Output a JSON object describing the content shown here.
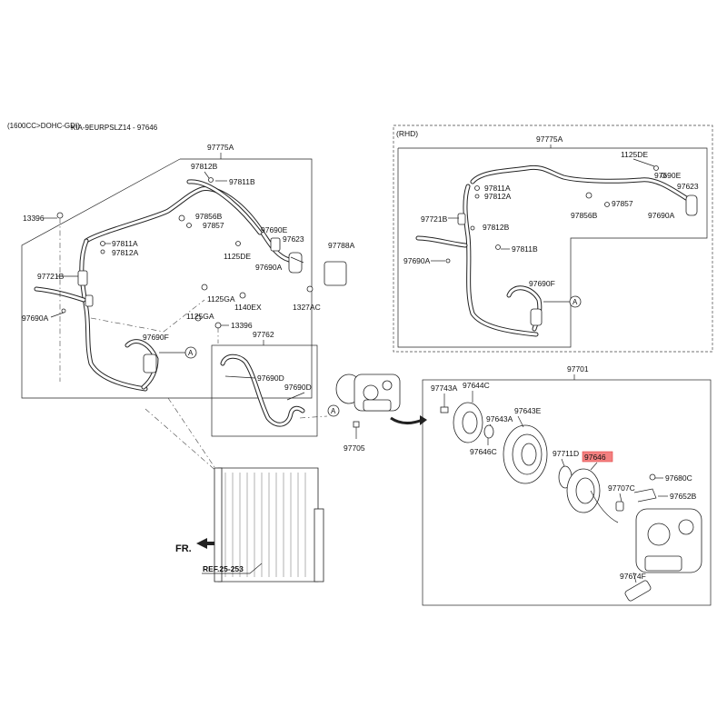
{
  "header": {
    "engine_code": "(1600CC>DOHC-GDI)",
    "catalog_ref": "KIA-9EURPSLZ14 - 97646"
  },
  "groups": {
    "main_hose": "97775A",
    "rhd_label": "(RHD)",
    "rhd_hose": "97775A",
    "compressor": "97701",
    "liquid_tube": "97762"
  },
  "labels": {
    "p97812B_1": "97812B",
    "p97811B_1": "97811B",
    "p13396_1": "13396",
    "p97856B_1": "97856B",
    "p97857_1": "97857",
    "p97811A_1": "97811A",
    "p97812A_1": "97812A",
    "p97690E_1": "97690E",
    "p97623_1": "97623",
    "p97788A": "97788A",
    "p1125DE_1": "1125DE",
    "p97690A_1": "97690A",
    "p97721B_1": "97721B",
    "p1125GA_1": "1125GA",
    "p1140EX": "1140EX",
    "p1327AC": "1327AC",
    "p97690A_2": "97690A",
    "p1125GA_2": "1125GA",
    "p13396_2": "13396",
    "p97690F_1": "97690F",
    "p97690D_1": "97690D",
    "p97690D_2": "97690D",
    "p97705": "97705",
    "fr": "FR.",
    "ref": "REF.25-253",
    "r1125DE": "1125DE",
    "r97690E": "97690E",
    "r97811A": "97811A",
    "r97812A": "97812A",
    "r97623": "97623",
    "r97721B": "97721B",
    "r97857": "97857",
    "r97856B": "97856B",
    "r97690A_1": "97690A",
    "r97812B": "97812B",
    "r97811B": "97811B",
    "r97690A_2": "97690A",
    "r97690F": "97690F",
    "c97743A": "97743A",
    "c97644C": "97644C",
    "c97643E": "97643E",
    "c97643A": "97643A",
    "c97646C": "97646C",
    "c97711D": "97711D",
    "c97646": "97646",
    "c97680C": "97680C",
    "c97707C": "97707C",
    "c97652B": "97652B",
    "c97674F": "97674F",
    "callout_a": "A"
  },
  "highlight_color": "#f26b6b"
}
